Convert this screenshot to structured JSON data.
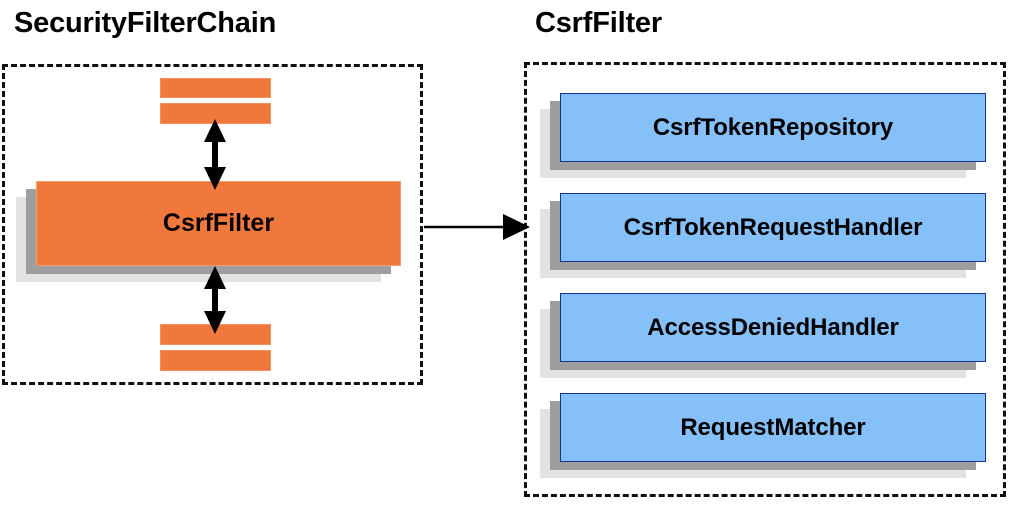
{
  "diagram": {
    "background_color": "#ffffff",
    "panels": [
      {
        "id": "security-filter-chain",
        "title": "SecurityFilterChain",
        "border_style": "dashed",
        "border_color": "#111111"
      },
      {
        "id": "csrf-filter",
        "title": "CsrfFilter",
        "border_style": "dashed",
        "border_color": "#111111"
      }
    ]
  },
  "chain_panel": {
    "title": "SecurityFilterChain",
    "accent_color": "#f0783c",
    "top_filters": [
      {
        "name": "filter-bar-top-1",
        "label": ""
      },
      {
        "name": "filter-bar-top-2",
        "label": ""
      }
    ],
    "main_filter": {
      "label": "CsrfFilter",
      "fill": "#f0783c"
    },
    "bottom_filters": [
      {
        "name": "filter-bar-bottom-1",
        "label": ""
      },
      {
        "name": "filter-bar-bottom-2",
        "label": ""
      }
    ],
    "connectors": [
      {
        "name": "double-arrow-above-csrffilter",
        "direction": "vertical-double"
      },
      {
        "name": "double-arrow-below-csrffilter",
        "direction": "vertical-double"
      }
    ]
  },
  "filter_panel": {
    "title": "CsrfFilter",
    "accent_color": "#86c0f8",
    "border_color": "#12358f",
    "collaborators": [
      {
        "label": "CsrfTokenRepository"
      },
      {
        "label": "CsrfTokenRequestHandler"
      },
      {
        "label": "AccessDeniedHandler"
      },
      {
        "label": "RequestMatcher"
      }
    ]
  },
  "link": {
    "name": "chain-to-filter-arrow",
    "direction": "right",
    "color": "#000000"
  }
}
